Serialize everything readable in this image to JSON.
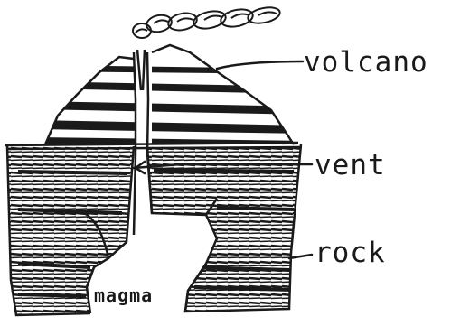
{
  "labels": {
    "volcano": "volcano",
    "vent": "vent",
    "rock": "rock",
    "magma": "magma"
  },
  "colors": {
    "ink": "#1a1a1a",
    "paper": "#ffffff"
  }
}
